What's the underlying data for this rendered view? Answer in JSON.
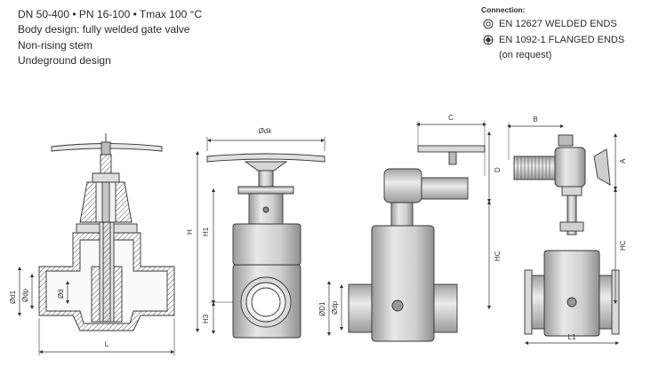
{
  "specs": [
    "DN 50-400 • PN 16-100 • Tmax 100 °C",
    "Body design: fully welded gate valve",
    "Non-rising stem",
    "Undeground design"
  ],
  "connection": {
    "title": "Connection:",
    "welded": "EN 12627 WELDED ENDS",
    "flanged": "EN 1092-1 FLANGED ENDS",
    "note": "(on request)"
  },
  "dims": {
    "dk": "Ødk",
    "H": "H",
    "H1": "H1",
    "H3": "H3",
    "d1": "Ød1",
    "dp": "Ødp",
    "d": "Ød",
    "L": "L",
    "C": "C",
    "D": "D",
    "HC": "HC",
    "D1": "ØD1",
    "dp2": "Ødp",
    "B": "B",
    "A": "A",
    "HC2": "HC",
    "L1": "L1"
  }
}
